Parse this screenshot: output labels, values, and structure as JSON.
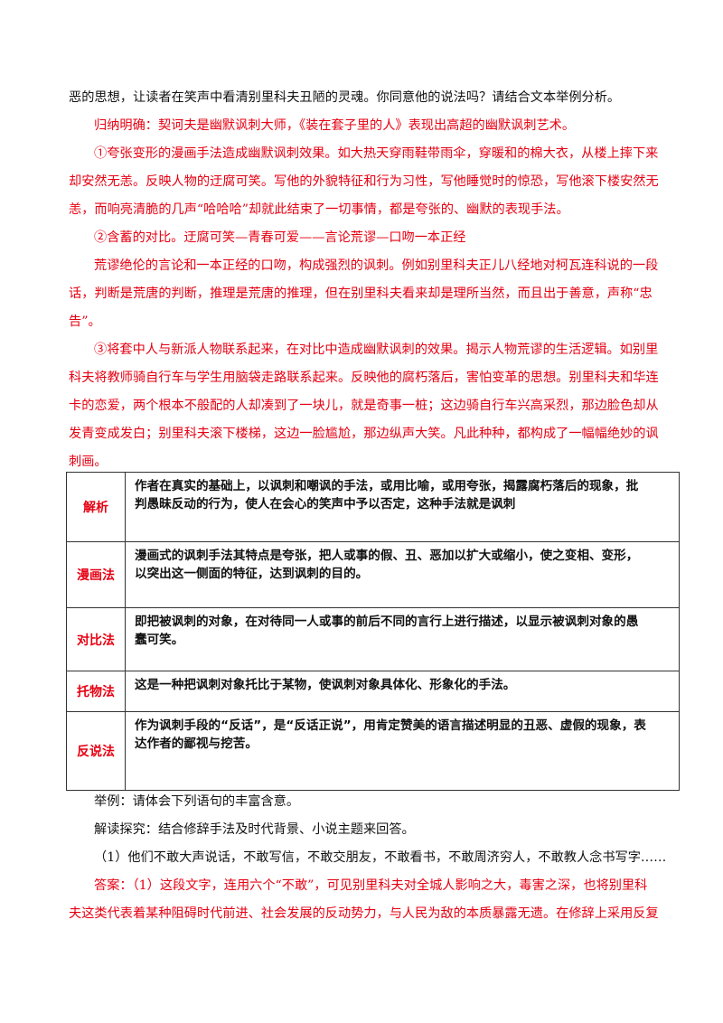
{
  "paragraphs_top": [
    "恶的思想，让读者在笑声中看清别里科夫丑陋的灵魂。你同意他的说法吗？请结合文本举例分析。",
    "归纳明确：契诃夫是幽默讽刺大师，《装在套子里的人》表现出高超的幽默讽刺艺术。",
    "①夸张变形的漫画手法造成幽默讽刺效果。如大热天穿雨鞋带雨伞，穿暖和的棉大衣，从楼上摔下来",
    "却安然无恙。反映人物的迂腐可笑。写他的外貌特征和行为习性，写他睡觉时的惊恐，写他滚下楼安然无",
    "恙，而响亮清脆的几声“哈哈哈”却就此结束了一切事情，都是夸张的、幽默的表现手法。",
    "②含蓄的对比。迂腐可笑—青春可爱——言论荒谬—口吻一本正经",
    "荒谬绝伦的言论和一本正经的口吻，构成强烈的讽刺。例如别里科夫正儿八经地对柯瓦连科说的一段",
    "话，判断是荒唐的判断，推理是荒唐的推理，但在别里科夫看来却是理所当然，而且出于善意，声称“忠",
    "告”。",
    "③将套中人与新派人物联系起来，在对比中造成幽默讽刺的效果。揭示人物荒谬的生活逻辑。如别里",
    "科夫将教师骑自行车与学生用脑袋走路联系起来。反映他的腐朽落后，害怕变革的思想。别里科夫和华连",
    "卡的恋爱，两个根本不般配的人却凑到了一块儿，就是奇事一桩；这边骑自行车兴高采烈，那边脸色却从",
    "发青变成发白；别里科夫滚下楼梯，这边一脸尴尬，那边纵声大笑。凡此种种，都构成了一幅幅绝妙的讽",
    "刺画。"
  ],
  "table": {
    "rows": [
      {
        "term": "解析",
        "lines": [
          "作者在真实的基础上，以讽刺和嘲讽的手法，或用比喻，或用夸张，揭露腐朽落后的现象，批",
          "判愚昧反动的行为，使人在会心的笑声中予以否定，这种手法就是讽刺"
        ]
      },
      {
        "term": "漫画法",
        "lines": [
          "漫画式的讽刺手法其特点是夸张，把人或事的假、丑、恶加以扩大或缩小，使之变相、变形，",
          "以突出这一侧面的特征，达到讽刺的目的。"
        ]
      },
      {
        "term": "对比法",
        "lines": [
          "即把被讽刺的对象，在对待同一人或事的前后不同的言行上进行描述，以显示被讽刺对象的愚",
          "蠢可笑。"
        ]
      },
      {
        "term": "托物法",
        "lines": [
          "这是一种把讽刺对象托比于某物，使讽刺对象具体化、形象化的手法。"
        ]
      },
      {
        "term": "反说法",
        "lines": [
          "作为讽刺手段的“反话”，是“反话正说”，用肯定赞美的语言描述明显的丑恶、虚假的现象，表",
          "达作者的鄙视与挖苦。"
        ]
      }
    ]
  },
  "paragraphs_bottom": [
    "举例：请体会下列语句的丰富含意。",
    "解读探究：结合修辞手法及时代背景、小说主题来回答。",
    "（1）他们不敢大声说话，不敢写信，不敢交朋友，不敢看书，不敢周济穷人，不敢教人念书写字……",
    "答案：（1）这段文字，连用六个“不敢”，可见别里科夫对全城人影响之大，毒害之深，也将别里科",
    "夫这类代表着某种阻碍时代前进、社会发展的反动势力，与人民为敌的本质暴露无遗。在修辞上采用反复"
  ],
  "colors": {
    "answer_red": "#e60012",
    "text": "#111111",
    "table_border": "#333333"
  }
}
